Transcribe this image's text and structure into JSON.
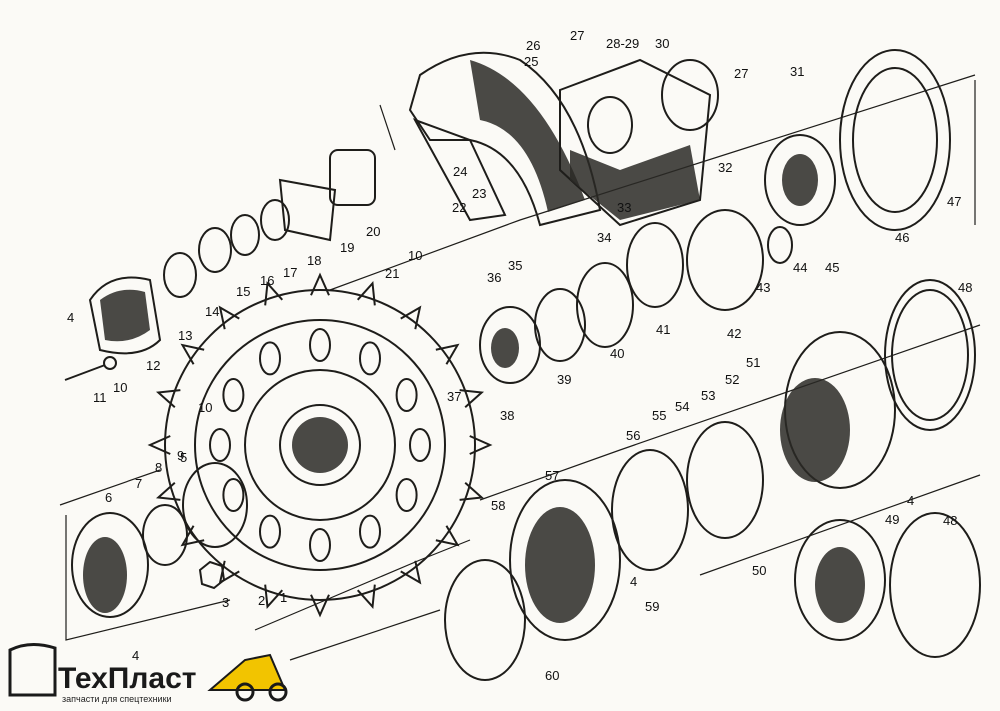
{
  "diagram": {
    "part_numbers": [
      "1",
      "2",
      "3",
      "4",
      "5",
      "6",
      "7",
      "8",
      "9",
      "10",
      "11",
      "12",
      "13",
      "14",
      "15",
      "16",
      "17",
      "18",
      "19",
      "20",
      "21",
      "10",
      "22",
      "23",
      "24",
      "25",
      "26",
      "27",
      "28-29",
      "30",
      "27",
      "31",
      "32",
      "33",
      "34",
      "35",
      "36",
      "37",
      "38",
      "39",
      "40",
      "41",
      "42",
      "43",
      "44",
      "45",
      "46",
      "47",
      "48",
      "48",
      "49",
      "50",
      "51",
      "52",
      "53",
      "54",
      "55",
      "56",
      "57",
      "58",
      "59",
      "4",
      "60",
      "4"
    ],
    "labels": [
      {
        "id": "p1",
        "text": "1"
      },
      {
        "id": "p2",
        "text": "2"
      },
      {
        "id": "p3",
        "text": "3"
      },
      {
        "id": "p4a",
        "text": "4"
      },
      {
        "id": "p5",
        "text": "5"
      },
      {
        "id": "p6",
        "text": "6"
      },
      {
        "id": "p7",
        "text": "7"
      },
      {
        "id": "p8",
        "text": "8"
      },
      {
        "id": "p9",
        "text": "9"
      },
      {
        "id": "p10a",
        "text": "10"
      },
      {
        "id": "p11",
        "text": "11"
      },
      {
        "id": "p10b",
        "text": "10"
      },
      {
        "id": "p12",
        "text": "12"
      },
      {
        "id": "p13",
        "text": "13"
      },
      {
        "id": "p14",
        "text": "14"
      },
      {
        "id": "p15",
        "text": "15"
      },
      {
        "id": "p16",
        "text": "16"
      },
      {
        "id": "p17",
        "text": "17"
      },
      {
        "id": "p18",
        "text": "18"
      },
      {
        "id": "p19",
        "text": "19"
      },
      {
        "id": "p20",
        "text": "20"
      },
      {
        "id": "p21",
        "text": "21"
      },
      {
        "id": "p10c",
        "text": "10"
      },
      {
        "id": "p22",
        "text": "22"
      },
      {
        "id": "p23",
        "text": "23"
      },
      {
        "id": "p24",
        "text": "24"
      },
      {
        "id": "p25",
        "text": "25"
      },
      {
        "id": "p26",
        "text": "26"
      },
      {
        "id": "p27a",
        "text": "27"
      },
      {
        "id": "p2829",
        "text": "28-29"
      },
      {
        "id": "p30",
        "text": "30"
      },
      {
        "id": "p27b",
        "text": "27"
      },
      {
        "id": "p31",
        "text": "31"
      },
      {
        "id": "p32",
        "text": "32"
      },
      {
        "id": "p33",
        "text": "33"
      },
      {
        "id": "p34",
        "text": "34"
      },
      {
        "id": "p35",
        "text": "35"
      },
      {
        "id": "p36",
        "text": "36"
      },
      {
        "id": "p37",
        "text": "37"
      },
      {
        "id": "p38",
        "text": "38"
      },
      {
        "id": "p39",
        "text": "39"
      },
      {
        "id": "p40",
        "text": "40"
      },
      {
        "id": "p41",
        "text": "41"
      },
      {
        "id": "p42",
        "text": "42"
      },
      {
        "id": "p43",
        "text": "43"
      },
      {
        "id": "p44",
        "text": "44"
      },
      {
        "id": "p45",
        "text": "45"
      },
      {
        "id": "p46",
        "text": "46"
      },
      {
        "id": "p47",
        "text": "47"
      },
      {
        "id": "p48a",
        "text": "48"
      },
      {
        "id": "p48b",
        "text": "48"
      },
      {
        "id": "p49",
        "text": "49"
      },
      {
        "id": "p4b",
        "text": "4"
      },
      {
        "id": "p50",
        "text": "50"
      },
      {
        "id": "p51",
        "text": "51"
      },
      {
        "id": "p52",
        "text": "52"
      },
      {
        "id": "p53",
        "text": "53"
      },
      {
        "id": "p54",
        "text": "54"
      },
      {
        "id": "p55",
        "text": "55"
      },
      {
        "id": "p56",
        "text": "56"
      },
      {
        "id": "p57",
        "text": "57"
      },
      {
        "id": "p58",
        "text": "58"
      },
      {
        "id": "p59",
        "text": "59"
      },
      {
        "id": "p4c",
        "text": "4"
      },
      {
        "id": "p60",
        "text": "60"
      },
      {
        "id": "p4d",
        "text": "4"
      }
    ]
  },
  "logo": {
    "brand": "ТехПласт",
    "tagline": "запчасти для спецтехники",
    "accent_color": "#f2c400"
  }
}
